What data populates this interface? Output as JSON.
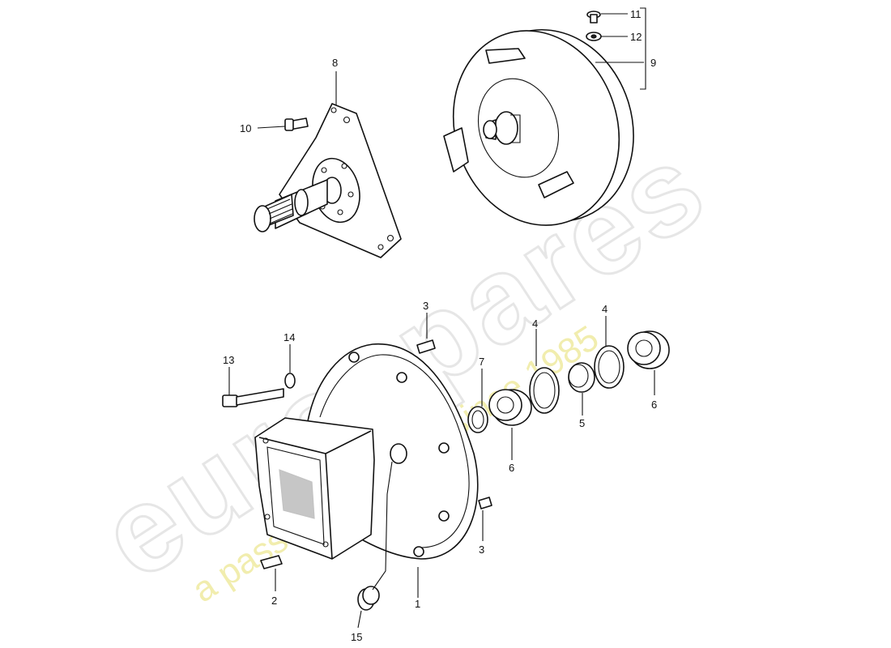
{
  "watermark": {
    "brand": "eurospares",
    "tagline": "a passion for parts since 1985",
    "tagline_color": "#efeaa0",
    "brand_color": "#e6e6e6"
  },
  "callouts": [
    {
      "id": "c1",
      "label": "1"
    },
    {
      "id": "c2",
      "label": "2"
    },
    {
      "id": "c3a",
      "label": "3"
    },
    {
      "id": "c3b",
      "label": "3"
    },
    {
      "id": "c4a",
      "label": "4"
    },
    {
      "id": "c4b",
      "label": "4"
    },
    {
      "id": "c5",
      "label": "5"
    },
    {
      "id": "c6a",
      "label": "6"
    },
    {
      "id": "c6b",
      "label": "6"
    },
    {
      "id": "c7",
      "label": "7"
    },
    {
      "id": "c8",
      "label": "8"
    },
    {
      "id": "c9",
      "label": "9"
    },
    {
      "id": "c10",
      "label": "10"
    },
    {
      "id": "c11",
      "label": "11"
    },
    {
      "id": "c12",
      "label": "12"
    },
    {
      "id": "c13",
      "label": "13"
    },
    {
      "id": "c14",
      "label": "14"
    },
    {
      "id": "c15",
      "label": "15"
    }
  ]
}
